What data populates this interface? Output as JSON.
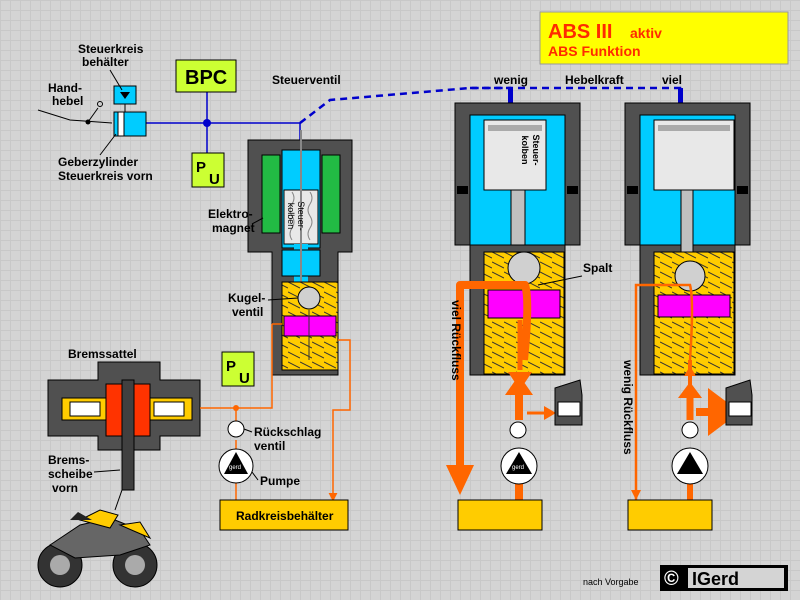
{
  "title": {
    "main": "ABS III",
    "active": "aktiv",
    "sub": "ABS Funktion"
  },
  "labels": {
    "steuerkreis_1": "Steuerkreis",
    "steuerkreis_2": "behälter",
    "handhebel_1": "Hand-",
    "handhebel_2": "hebel",
    "bpc": "BPC",
    "steuerventil": "Steuerventil",
    "geberzylinder_1": "Geberzylinder",
    "geberzylinder_2": "Steuerkreis vorn",
    "pu_p": "P",
    "pu_u": "U",
    "elektro_1": "Elektro-",
    "elektro_2": "magnet",
    "steuerkolben_1": "Steuer-",
    "steuerkolben_2": "kolben",
    "kugel_1": "Kugel-",
    "kugel_2": "ventil",
    "bremssattel": "Bremssattel",
    "rueckschlag_1": "Rückschlag",
    "rueckschlag_2": "ventil",
    "pumpe": "Pumpe",
    "bremsscheibe_1": "Brems-",
    "bremsscheibe_2": "scheibe",
    "bremsscheibe_3": "vorn",
    "radkreis": "Radkreisbehälter",
    "wenig": "wenig",
    "hebelkraft": "Hebelkraft",
    "viel": "viel",
    "spalt": "Spalt",
    "viel_rueckfluss": "viel Rückfluss",
    "wenig_rueckfluss": "wenig Rückfluss",
    "nach_vorgabe": "nach Vorgabe",
    "copyright": "©",
    "brand": "IGerd",
    "gerd_small": "gerd"
  },
  "colors": {
    "title_bg": "#ffff00",
    "title_text": "#ff2a00",
    "pu_box": "#ccff33",
    "hydraulic": "#00ccff",
    "magnet": "#22bb44",
    "spring": "#ffcc00",
    "seat": "#ff00ff",
    "body": "#505050",
    "flow": "#ff6600",
    "control_line": "#0000cc"
  },
  "icons": [
    "ball-valve-icon",
    "pump-icon",
    "motorcycle-icon",
    "spring-icon",
    "solenoid-icon"
  ]
}
